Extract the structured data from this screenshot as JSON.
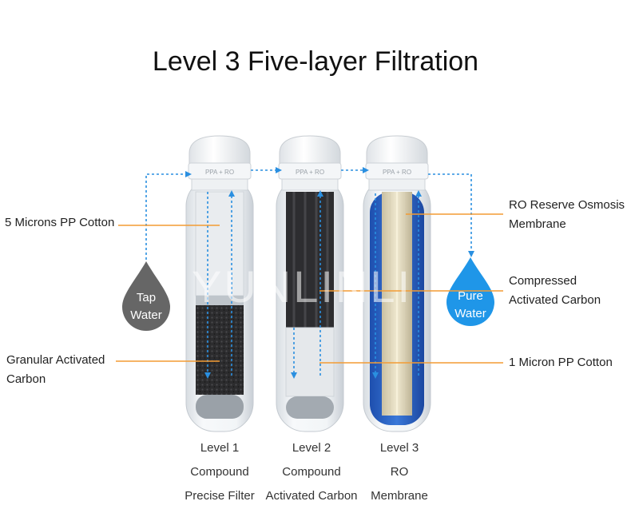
{
  "title": "Level 3 Five-layer Filtration",
  "watermark": "YUNLINLI",
  "drops": {
    "tap": {
      "line1": "Tap",
      "line2": "Water",
      "color": "#666666"
    },
    "pure": {
      "line1": "Pure",
      "line2": "Water",
      "color": "#1f96e8"
    }
  },
  "labels": {
    "pp_cotton_5": "5 Microns PP Cotton",
    "granular_line1": "Granular Activated",
    "granular_line2": "Carbon",
    "ro_line1": "RO Reserve Osmosis",
    "ro_line2": "Membrane",
    "compressed_line1": "Compressed",
    "compressed_line2": "Activated Carbon",
    "pp_cotton_1": "1 Micron PP Cotton"
  },
  "cap_text": "PPA + RO",
  "filters": [
    {
      "line1": "Level 1",
      "line2": "Compound",
      "line3": "Precise Filter"
    },
    {
      "line1": "Level 2",
      "line2": "Compound",
      "line3": "Activated Carbon"
    },
    {
      "line1": "Level 3",
      "line2": "RO",
      "line3": "Membrane"
    }
  ],
  "colors": {
    "callout": "#f39c34",
    "flow": "#2a8fe0",
    "ro_blue": "#2a63c8"
  }
}
